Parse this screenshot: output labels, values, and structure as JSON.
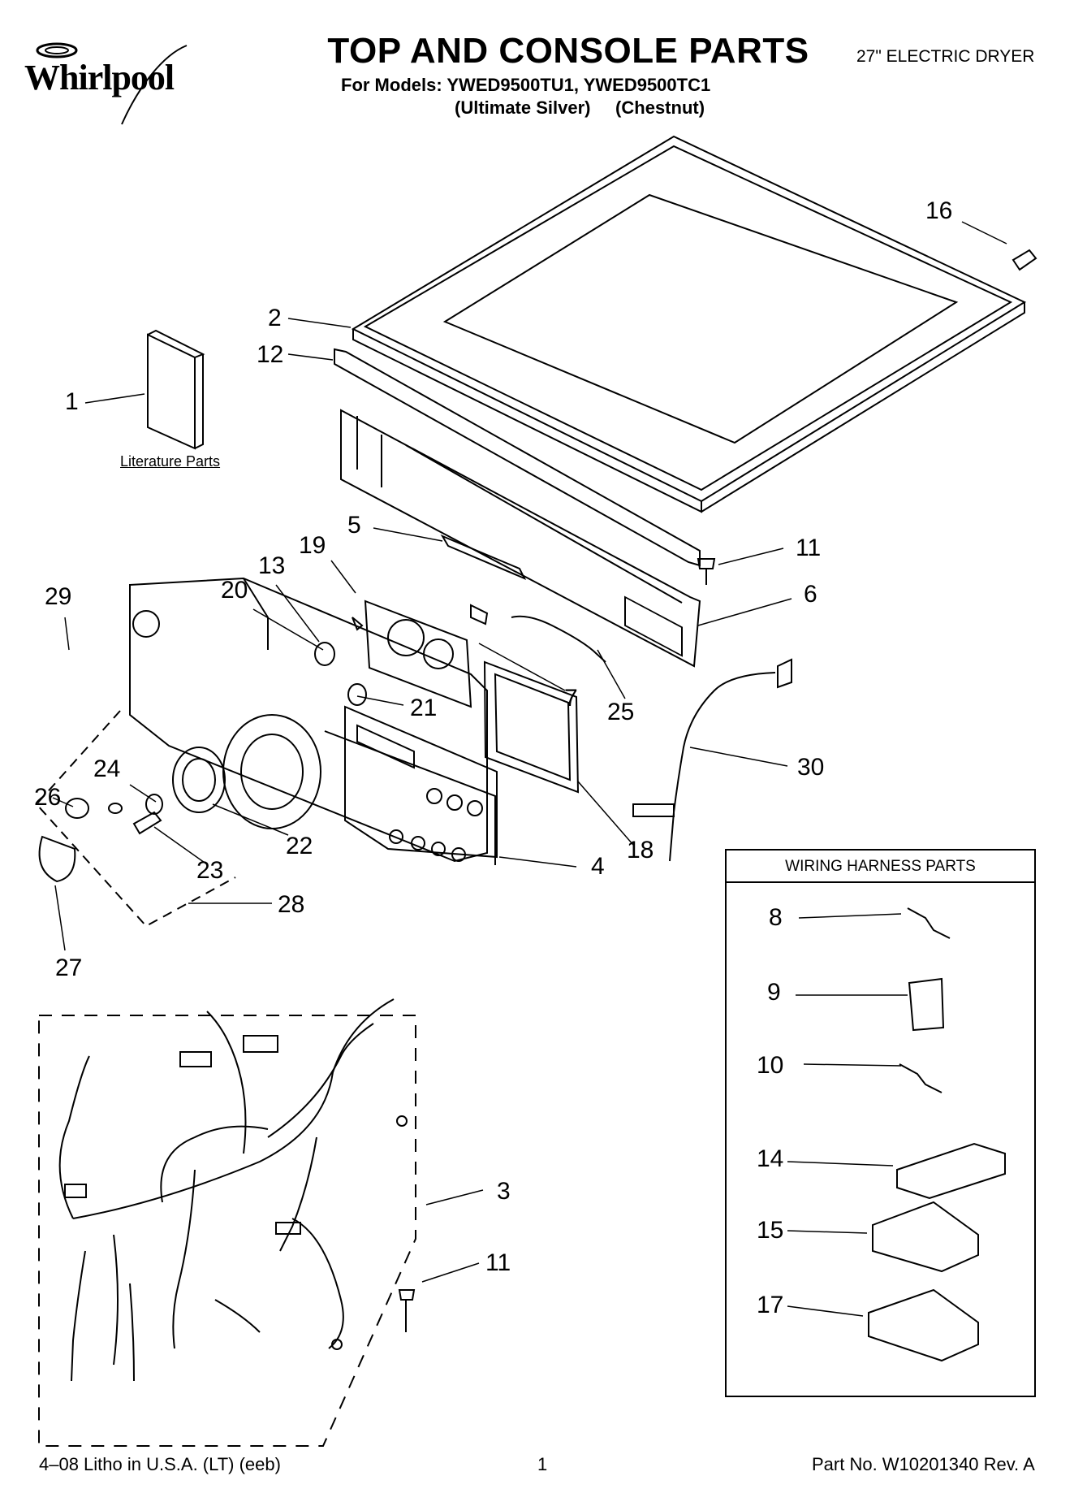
{
  "brand": "Whirlpool",
  "header": {
    "title": "TOP AND CONSOLE PARTS",
    "models_line": "For Models: YWED9500TU1, YWED9500TC1",
    "variants_line": "(Ultimate Silver)     (Chestnut)",
    "product_type": "27\" ELECTRIC DRYER"
  },
  "literature_caption": "Literature Parts",
  "harness_box_title": "WIRING HARNESS PARTS",
  "callouts": {
    "c1": "1",
    "c2": "2",
    "c3": "3",
    "c4": "4",
    "c5": "5",
    "c6": "6",
    "c7": "7",
    "c8": "8",
    "c9": "9",
    "c10": "10",
    "c11a": "11",
    "c11b": "11",
    "c12": "12",
    "c13": "13",
    "c14": "14",
    "c15": "15",
    "c16": "16",
    "c17": "17",
    "c18": "18",
    "c19": "19",
    "c20": "20",
    "c21": "21",
    "c22": "22",
    "c23": "23",
    "c24": "24",
    "c25": "25",
    "c26": "26",
    "c27": "27",
    "c28": "28",
    "c29": "29",
    "c30": "30"
  },
  "footer": {
    "print_info": "4–08 Litho in U.S.A. (LT) (eeb)",
    "page": "1",
    "part_number": "Part No. W10201340 Rev. A"
  }
}
